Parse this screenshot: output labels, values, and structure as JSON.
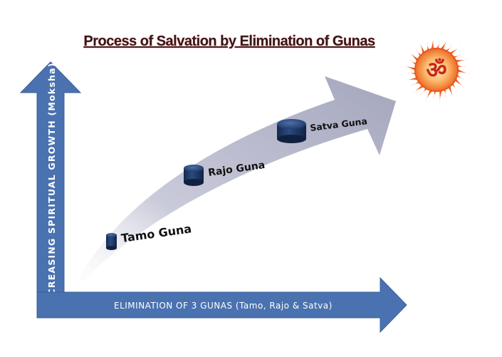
{
  "title": "Process of Salvation by Elimination of Gunas",
  "y_axis_label": "INCREASING  SPIRITUAL  GROWTH (Moksha)",
  "x_axis_label": "ELIMINATION OF 3 GUNAS (Tamo, Rajo & Satva)",
  "stages": [
    {
      "label": "Tamo Guna"
    },
    {
      "label": "Rajo Guna"
    },
    {
      "label": "Satva Guna"
    }
  ],
  "logo_symbol": "ॐ",
  "colors": {
    "axis_blue": "#4a72b0",
    "cylinder_blue": "#1f3a66",
    "path_gray": "#a9abc0",
    "sun_orange": "#ea5a1e",
    "title_shadow": "#b23a3a"
  }
}
